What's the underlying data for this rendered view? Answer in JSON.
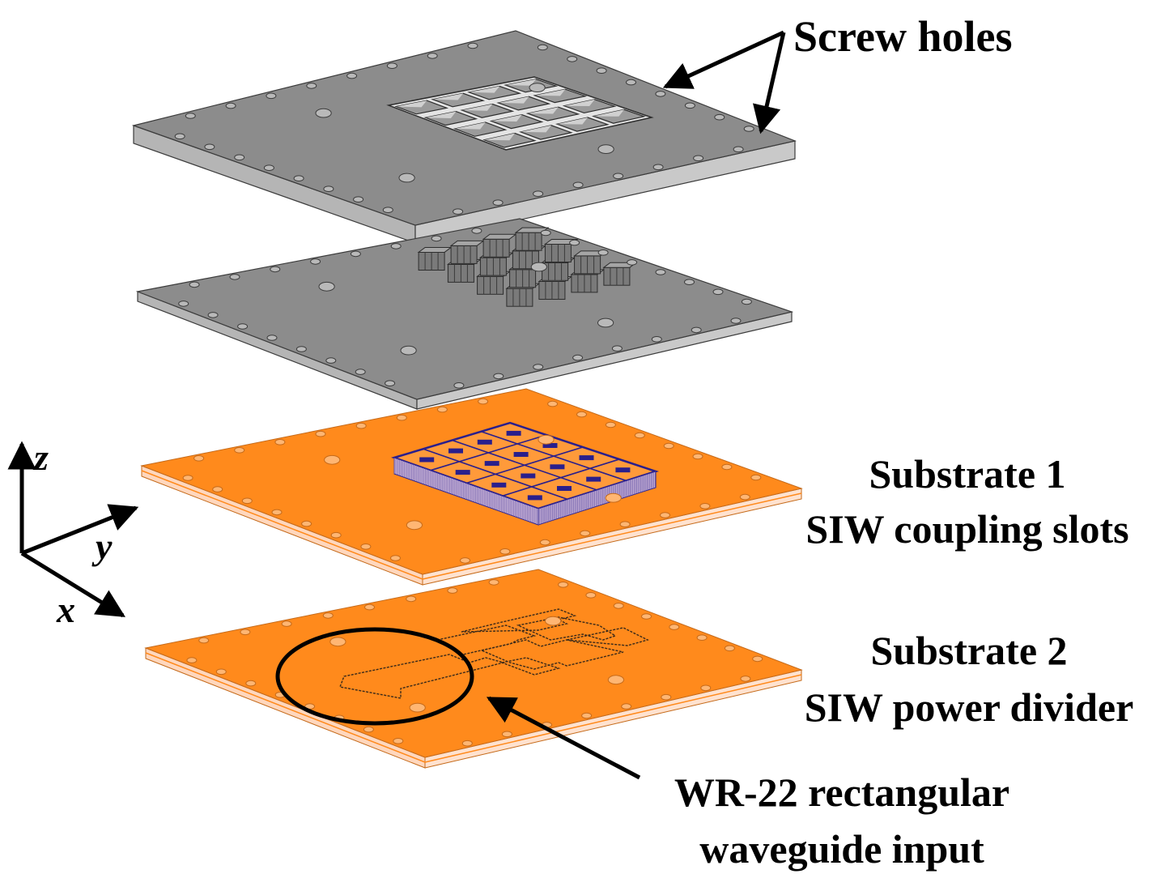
{
  "labels": {
    "screw_holes": "Screw holes",
    "substrate1_title": "Substrate 1",
    "substrate1_desc": "SIW coupling slots",
    "substrate2_title": "Substrate 2",
    "substrate2_desc": "SIW power divider",
    "waveguide_line1": "WR-22 rectangular",
    "waveguide_line2": "waveguide input"
  },
  "axes": {
    "z": "z",
    "y": "y",
    "x": "x"
  },
  "layers": [
    {
      "name": "top-metal-plate",
      "material": "metal",
      "feature": "square-cavity-array"
    },
    {
      "name": "middle-metal-plate",
      "material": "metal",
      "feature": "raised-element-array"
    },
    {
      "name": "substrate-1",
      "material": "substrate",
      "feature": "siw-coupling-slots"
    },
    {
      "name": "substrate-2",
      "material": "substrate",
      "feature": "siw-power-divider"
    }
  ],
  "colors": {
    "metal_top": "#8c8c8c",
    "metal_side": "#bcbcbc",
    "metal_edge": "#3c3c3c",
    "substrate_top": "#ff8a1c",
    "substrate_side": "#ffd1b0",
    "substrate_edge": "#c56a1a",
    "slot_blue": "#2a1f8c",
    "line_black": "#000000"
  }
}
